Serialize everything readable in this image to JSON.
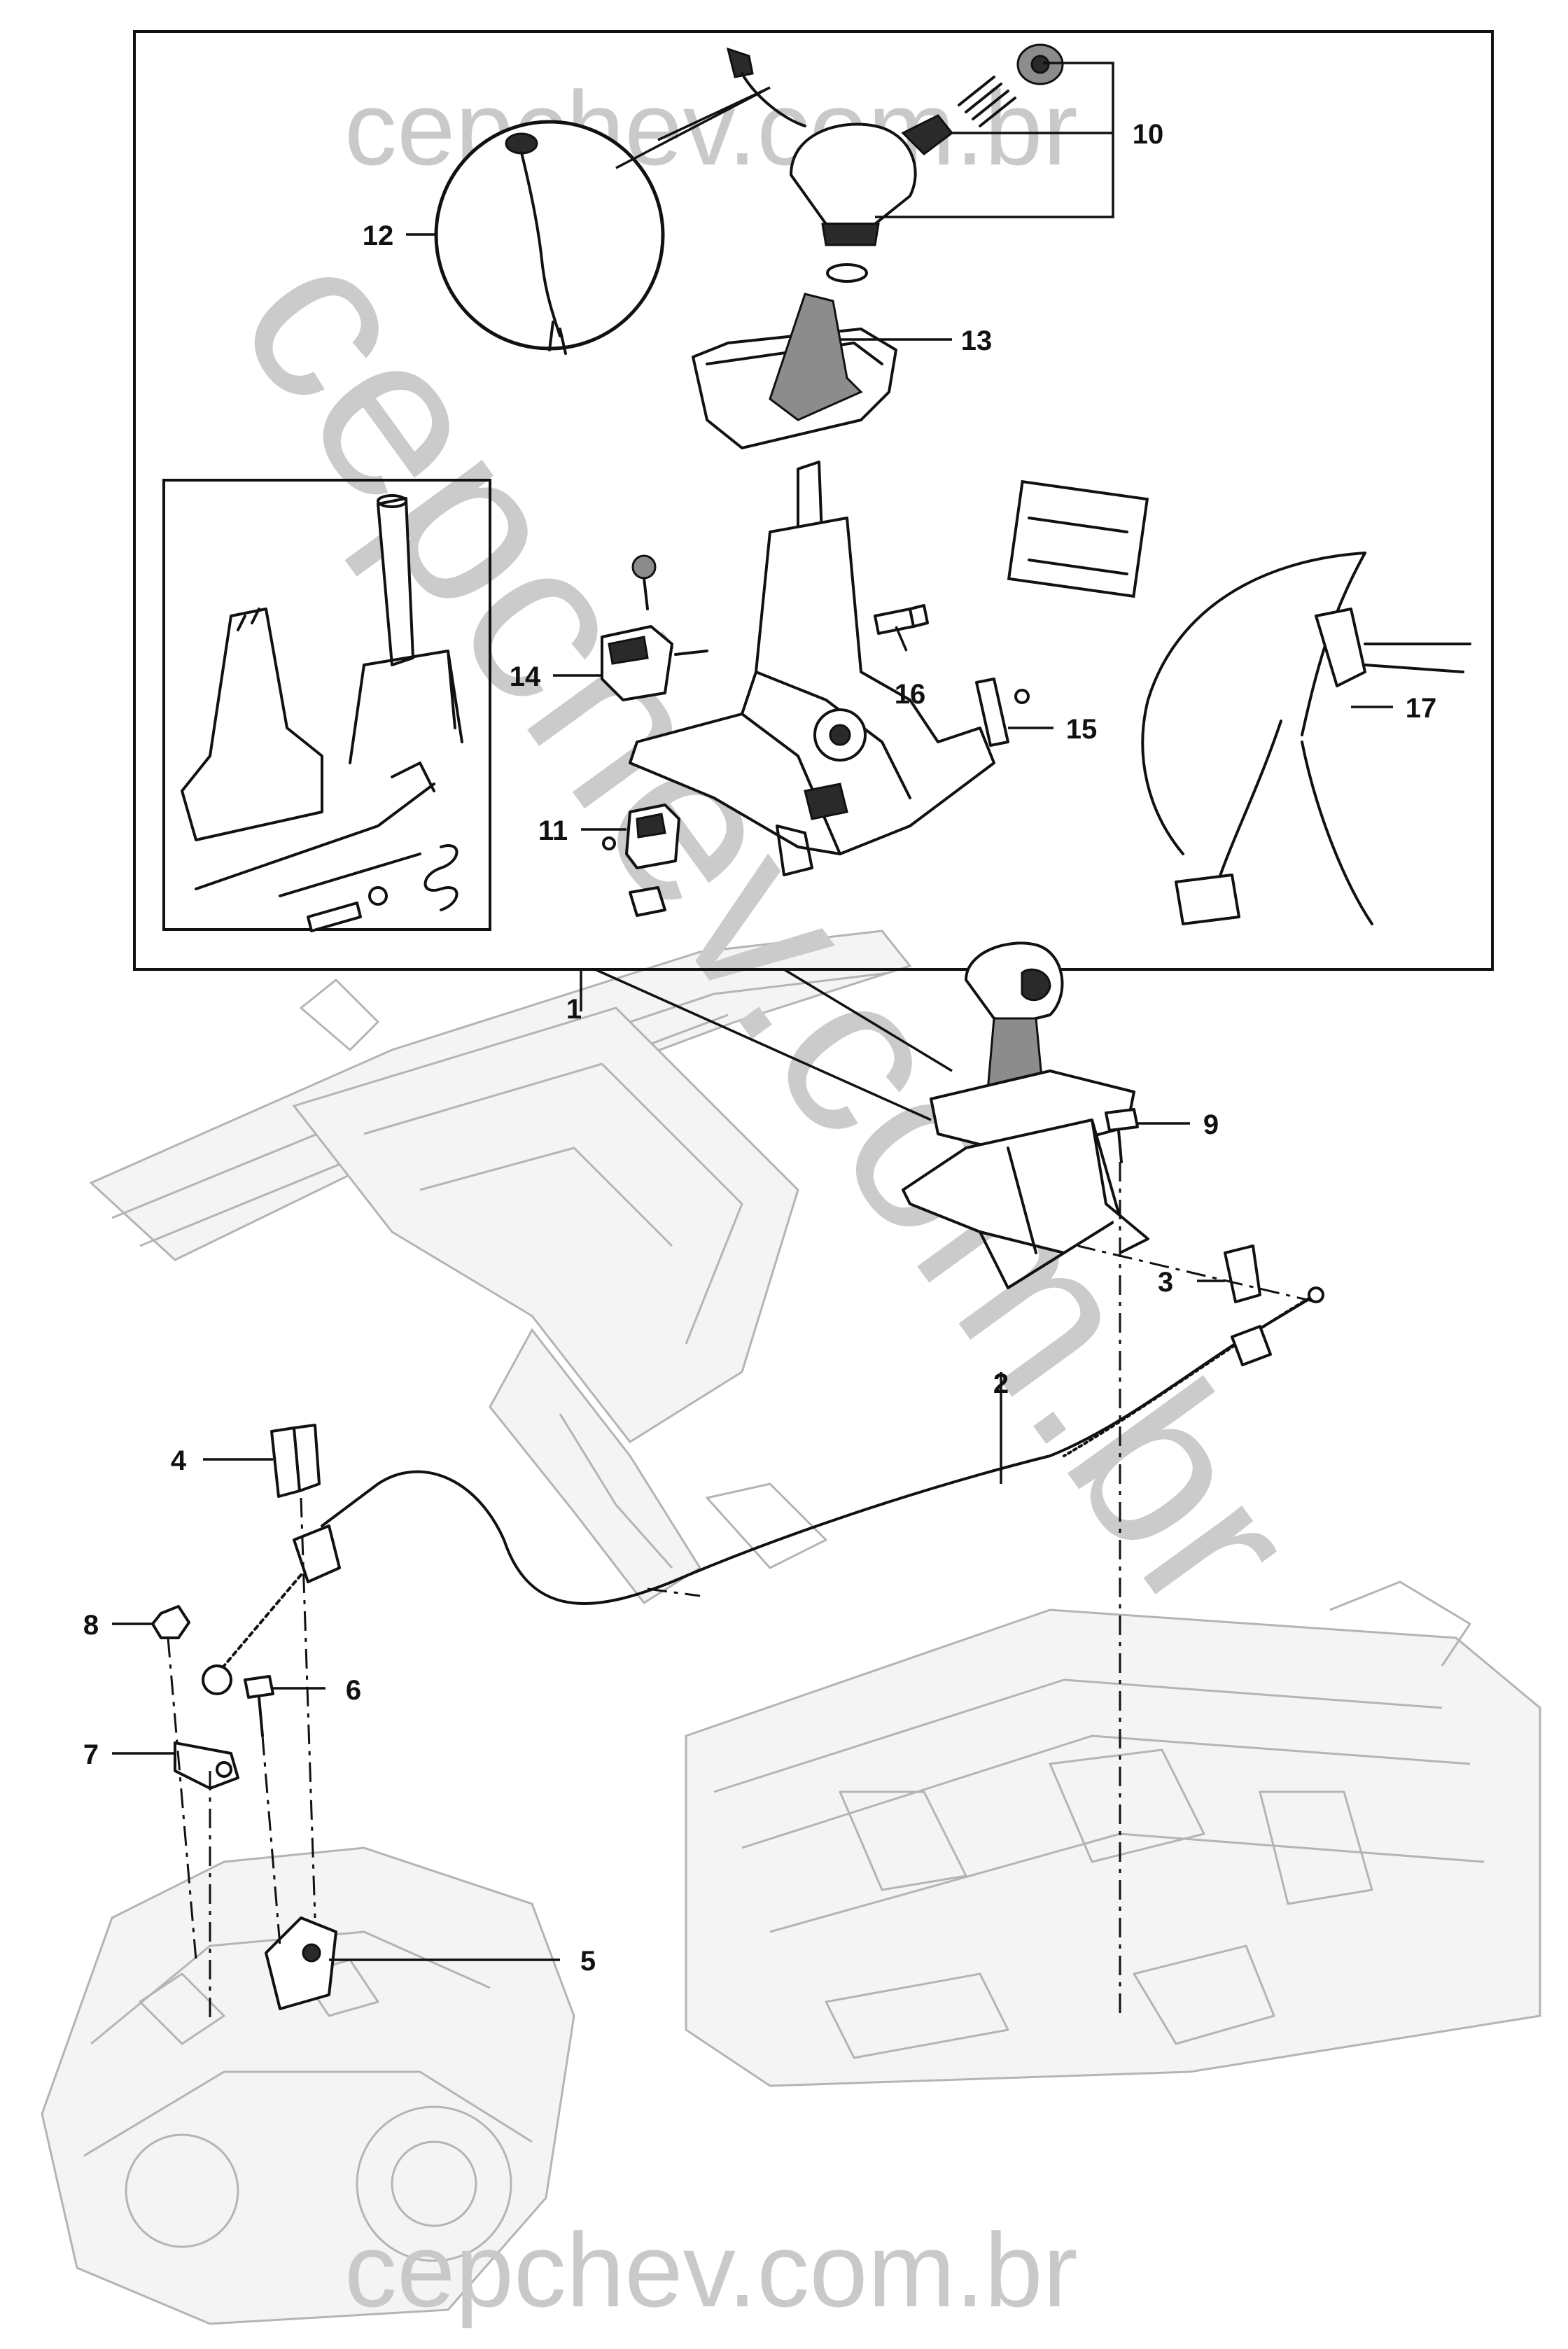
{
  "watermark": {
    "text": "cepchev.com.br"
  },
  "callouts": [
    {
      "id": "c1",
      "label": "1"
    },
    {
      "id": "c2",
      "label": "2"
    },
    {
      "id": "c3",
      "label": "3"
    },
    {
      "id": "c4",
      "label": "4"
    },
    {
      "id": "c5",
      "label": "5"
    },
    {
      "id": "c6",
      "label": "6"
    },
    {
      "id": "c7",
      "label": "7"
    },
    {
      "id": "c8",
      "label": "8"
    },
    {
      "id": "c9",
      "label": "9"
    },
    {
      "id": "c10",
      "label": "10"
    },
    {
      "id": "c11",
      "label": "11"
    },
    {
      "id": "c12",
      "label": "12"
    },
    {
      "id": "c13",
      "label": "13"
    },
    {
      "id": "c14",
      "label": "14"
    },
    {
      "id": "c15",
      "label": "15"
    },
    {
      "id": "c16",
      "label": "16"
    },
    {
      "id": "c17",
      "label": "17"
    }
  ]
}
